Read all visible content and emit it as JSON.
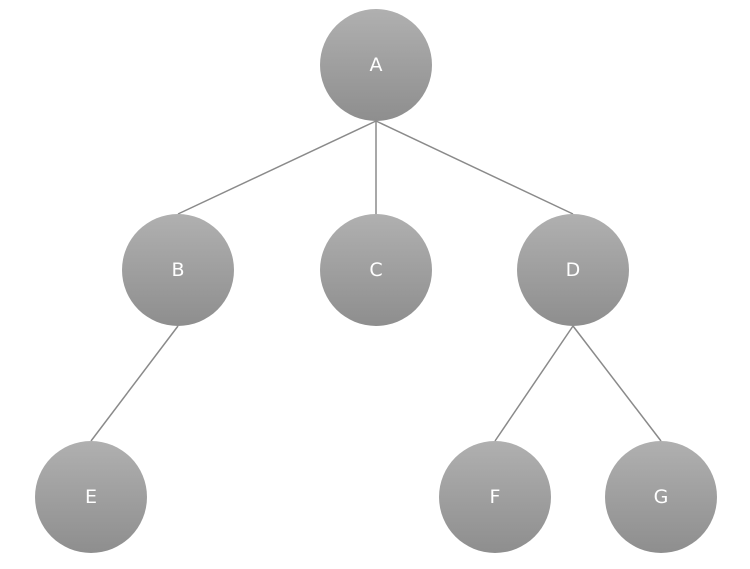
{
  "diagram": {
    "type": "tree",
    "node_color_top": "#b0b0b0",
    "node_color_bottom": "#8e8e8e",
    "edge_color": "#8a8a8a",
    "label_color": "#ffffff",
    "nodes": [
      {
        "id": "A",
        "label": "A"
      },
      {
        "id": "B",
        "label": "B"
      },
      {
        "id": "C",
        "label": "C"
      },
      {
        "id": "D",
        "label": "D"
      },
      {
        "id": "E",
        "label": "E"
      },
      {
        "id": "F",
        "label": "F"
      },
      {
        "id": "G",
        "label": "G"
      }
    ],
    "edges": [
      {
        "from": "A",
        "to": "B"
      },
      {
        "from": "A",
        "to": "C"
      },
      {
        "from": "A",
        "to": "D"
      },
      {
        "from": "B",
        "to": "E"
      },
      {
        "from": "D",
        "to": "F"
      },
      {
        "from": "D",
        "to": "G"
      }
    ]
  }
}
